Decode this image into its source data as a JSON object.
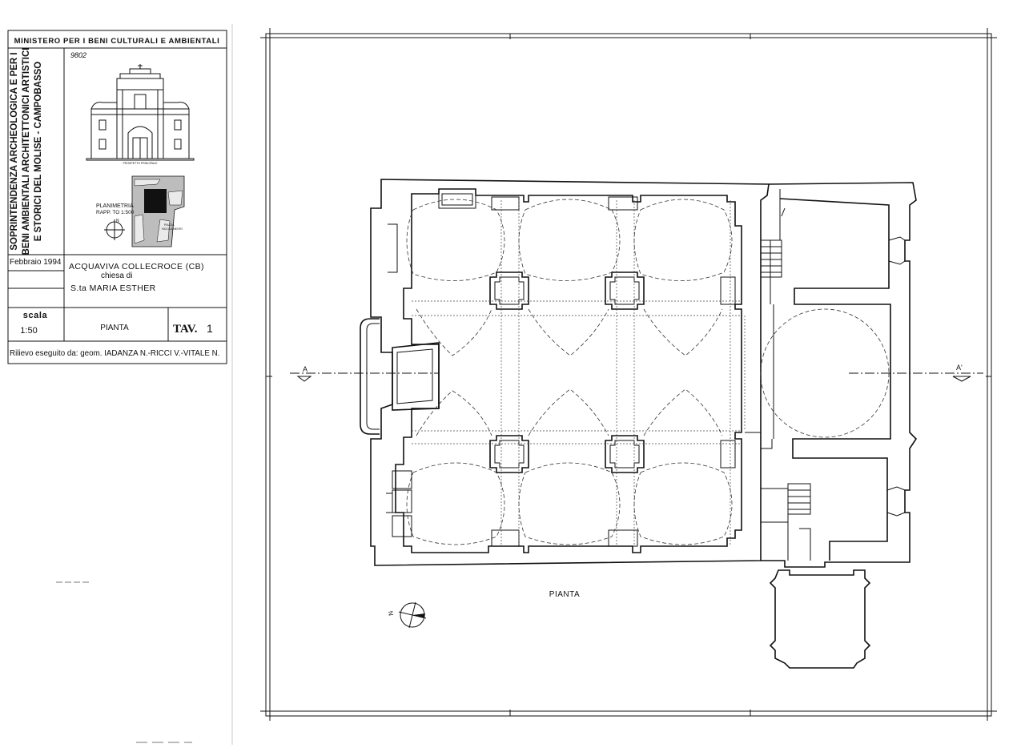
{
  "titleblock": {
    "ministry": "MINISTERO PER I BENI CULTURALI E AMBIENTALI",
    "superintendence": [
      "SOPRINTENDENZA ARCHEOLOGICA E PER I",
      "BENI AMBIENTALI ARCHITETTONICI ARTISTICI",
      "E STORICI DEL MOLISE - CAMPOBASSO"
    ],
    "handwritten_number": "9802",
    "facade_caption": "PROSPETTO PRINCIPALE",
    "planimetry_label": [
      "PLANIMETRIA",
      "RAPP. TO 1:500"
    ],
    "site_caption": [
      "PIAZZA",
      "NICOLA NEGRI"
    ],
    "compass_letter": "N",
    "date": "Febbraio 1994",
    "location": "ACQUAVIVA COLLECROCE (CB)",
    "church_prefix": "chiesa di",
    "church_name": "S.ta MARIA ESTHER",
    "scale_label": "scala",
    "scale_value": "1:50",
    "drawing_name": "PIANTA",
    "tav_label": "TAV.",
    "tav_number": "1",
    "survey": "Rilievo eseguito da: geom. IADANZA N.-RICCI V.-VITALE N."
  },
  "drawing": {
    "plan_title": "PIANTA",
    "section_left": "A",
    "section_right": "A'",
    "north_letter": "N"
  }
}
